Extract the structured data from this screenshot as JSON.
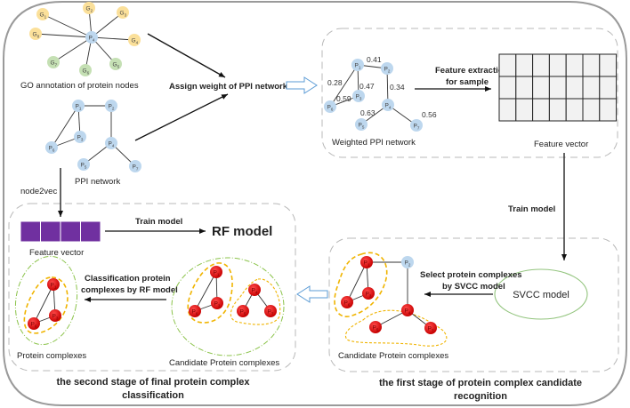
{
  "colors": {
    "gene_yellow": "#fbe09a",
    "gene_green": "#c5e0b4",
    "protein_blue": "#bdd7ee",
    "complex_red": "#e00000",
    "complex_outline": "#f0b400",
    "group_green": "#8bc34a",
    "feature_purple": "#7030a0",
    "feature_grid": "#f2f2f2",
    "hollow_arrow": "#4472c4",
    "svcc_ellipse": "#92c47d"
  },
  "go_annotation": {
    "caption": "GO annotation of protein nodes",
    "center": "P4",
    "genes": [
      {
        "label": "G1",
        "color": "yellow"
      },
      {
        "label": "G2",
        "color": "yellow"
      },
      {
        "label": "G3",
        "color": "yellow"
      },
      {
        "label": "G4",
        "color": "yellow"
      },
      {
        "label": "G5",
        "color": "green"
      },
      {
        "label": "G6",
        "color": "green"
      },
      {
        "label": "G7",
        "color": "green"
      },
      {
        "label": "G8",
        "color": "yellow"
      }
    ]
  },
  "ppi_network": {
    "caption": "PPI network",
    "nodes": [
      "P1",
      "P2",
      "P3",
      "P4",
      "P5",
      "P6",
      "P7"
    ],
    "edges": [
      [
        "P1",
        "P2"
      ],
      [
        "P1",
        "P3"
      ],
      [
        "P1",
        "P6"
      ],
      [
        "P3",
        "P6"
      ],
      [
        "P2",
        "P4"
      ],
      [
        "P4",
        "P5"
      ],
      [
        "P4",
        "P7"
      ]
    ]
  },
  "assign_weight_label": "Assign weight of PPI network",
  "weighted_network": {
    "caption": "Weighted PPI network",
    "weights": {
      "P1-P2": "0.41",
      "P1-P6": "0.28",
      "P1-P3": "0.47",
      "P3-P6": "0.59",
      "P2-P4": "0.34",
      "P4-P5": "0.63",
      "P4-P7": "0.56"
    }
  },
  "feature_extraction_label": [
    "Feature extraction",
    "for sample"
  ],
  "feature_vector_grid": {
    "caption": "Feature vector",
    "rows": 3,
    "cols": 7
  },
  "train_model_right": "Train model",
  "svcc_model": "SVCC model",
  "select_label": [
    "Select protein complexes",
    "by SVCC model"
  ],
  "first_stage": {
    "candidates_caption": "Candidate Protein complexes",
    "title": [
      "the first stage of protein complex candidate",
      "recognition"
    ]
  },
  "node2vec_label": "node2vec",
  "feature_vector_purple": {
    "caption": "Feature vector",
    "cells": 4
  },
  "train_model_left": "Train model",
  "rf_model": "RF model",
  "classification_label": [
    "Classification  protein",
    "complexes by RF model"
  ],
  "second_stage": {
    "complexes_caption": "Protein complexes",
    "candidates_caption": "Candidate Protein complexes",
    "title": [
      "the second stage of final protein complex",
      "classification"
    ]
  }
}
